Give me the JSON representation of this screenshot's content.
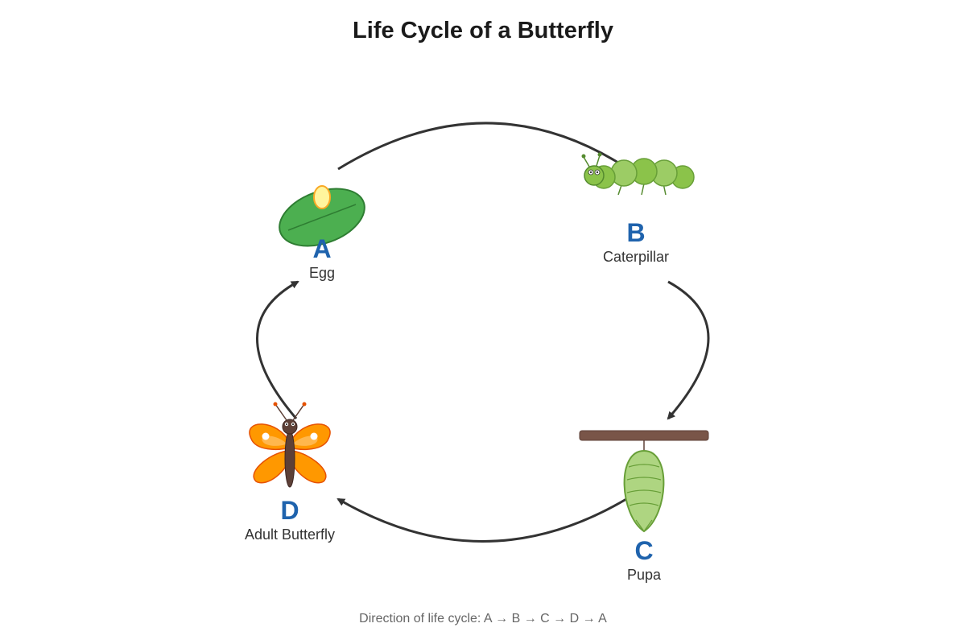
{
  "title": "Life Cycle of a Butterfly",
  "stages": [
    {
      "letter": "A",
      "name": "Egg",
      "icon": "egg-on-leaf-icon"
    },
    {
      "letter": "B",
      "name": "Caterpillar",
      "icon": "caterpillar-icon"
    },
    {
      "letter": "C",
      "name": "Pupa",
      "icon": "pupa-icon"
    },
    {
      "letter": "D",
      "name": "Adult Butterfly",
      "icon": "butterfly-icon"
    }
  ],
  "footer": "Direction of life cycle: A → B → C → D → A",
  "colors": {
    "label_blue": "#1f63ad",
    "arrow": "#333333",
    "leaf": "#4caf50",
    "egg": "#fff59d",
    "caterpillar": "#8bc34a",
    "pupa": "#aed581",
    "branch": "#795548",
    "wing": "#ff9800",
    "body": "#5d4037"
  }
}
